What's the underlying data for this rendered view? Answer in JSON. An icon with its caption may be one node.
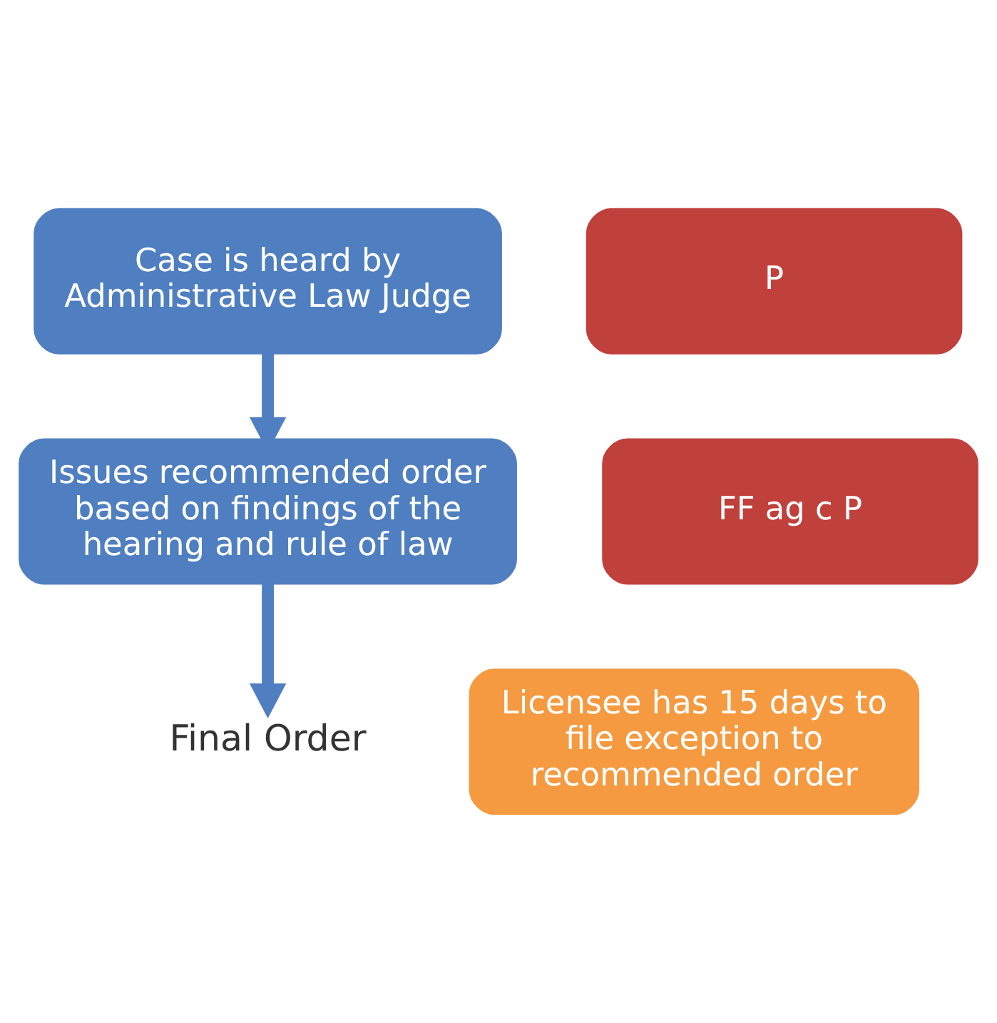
{
  "diagram": {
    "nodes": [
      {
        "text": [
          "Case is heard by Administrative Law Judge"
        ]
      },
      {
        "text": [
          "P"
        ]
      },
      {
        "text": [
          "Issues recommended order based on findings of the hearing and rule of law"
        ]
      },
      {
        "text": [
          "FF ag c P"
        ]
      },
      {
        "text": [
          "Licensee has 15 days to file exception to recommended order"
        ]
      },
      {
        "text": [
          "Final Order"
        ]
      }
    ],
    "edges": [
      {
        "from": 0,
        "to": 2,
        "arrow": "to"
      },
      {
        "from": 2,
        "to": 5,
        "arrow": "to"
      }
    ]
  }
}
